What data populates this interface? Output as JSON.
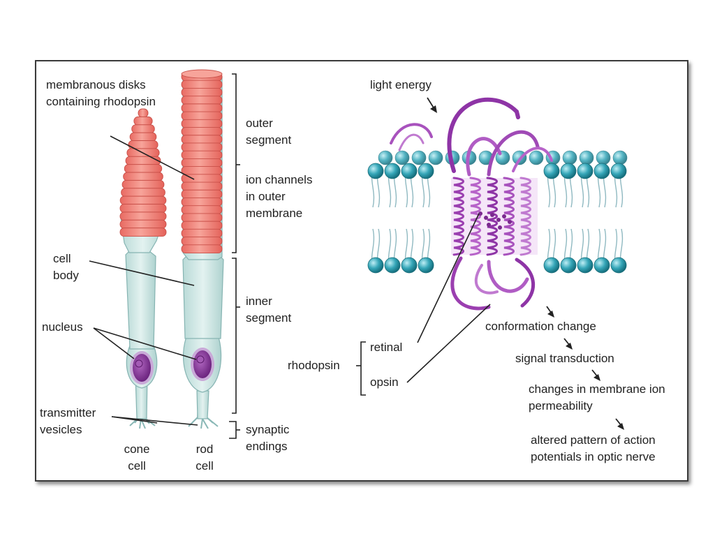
{
  "labels": {
    "membranous_disks": "membranous disks containing rhodopsin",
    "outer_segment": "outer segment",
    "ion_channels": "ion channels in outer membrane",
    "cell_body": "cell body",
    "inner_segment": "inner segment",
    "nucleus": "nucleus",
    "transmitter_vesicles": "transmitter vesicles",
    "synaptic_endings": "synaptic endings",
    "cone_cell": "cone cell",
    "rod_cell": "rod cell",
    "light_energy": "light energy",
    "rhodopsin": "rhodopsin",
    "retinal": "retinal",
    "opsin": "opsin",
    "conformation_change": "conformation change",
    "signal_transduction": "signal transduction",
    "changes_permeability": "changes in membrane ion permeability",
    "altered_pattern": "altered pattern of action potentials in optic nerve"
  },
  "colors": {
    "outer_segment_fill": "#f2857c",
    "cell_body_fill": "#cfe6e4",
    "nucleus_fill": "#8c3f9e",
    "nucleus_halo": "#cdb3dc",
    "lipid_head": "#2fa0b3",
    "protein": "#9b3fb0",
    "frame_border": "#3a3a3a"
  }
}
